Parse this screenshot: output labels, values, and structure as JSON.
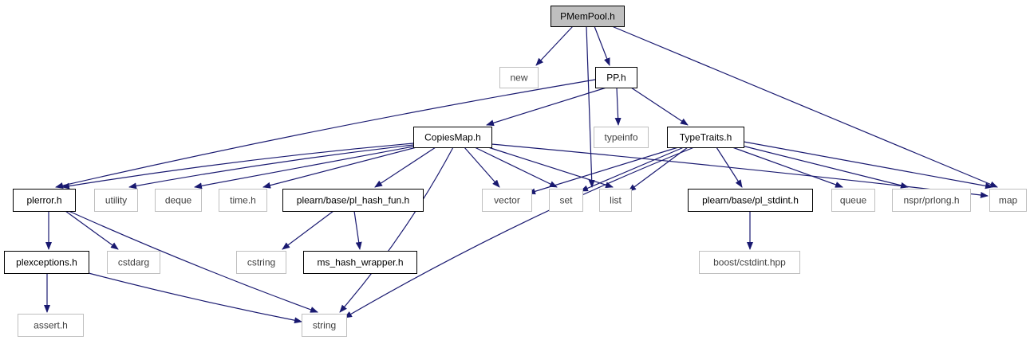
{
  "diagram": {
    "colors": {
      "edge": "#191970",
      "root_fill": "#bfbfbf",
      "node_border": "#000000",
      "external_border": "#bfbfbf",
      "external_text": "#404040",
      "text": "#000000"
    },
    "nodes": [
      {
        "id": "pmempool",
        "label": "PMemPool.h",
        "kind": "root"
      },
      {
        "id": "new",
        "label": "new",
        "kind": "external"
      },
      {
        "id": "pp",
        "label": "PP.h",
        "kind": "local"
      },
      {
        "id": "typeinfo",
        "label": "typeinfo",
        "kind": "external"
      },
      {
        "id": "copiesmap",
        "label": "CopiesMap.h",
        "kind": "local"
      },
      {
        "id": "typetraits",
        "label": "TypeTraits.h",
        "kind": "local"
      },
      {
        "id": "plerror",
        "label": "plerror.h",
        "kind": "local"
      },
      {
        "id": "utility",
        "label": "utility",
        "kind": "external"
      },
      {
        "id": "deque",
        "label": "deque",
        "kind": "external"
      },
      {
        "id": "timeh",
        "label": "time.h",
        "kind": "external"
      },
      {
        "id": "hashfun",
        "label": "plearn/base/pl_hash_fun.h",
        "kind": "local"
      },
      {
        "id": "vector",
        "label": "vector",
        "kind": "external"
      },
      {
        "id": "set",
        "label": "set",
        "kind": "external"
      },
      {
        "id": "list",
        "label": "list",
        "kind": "external"
      },
      {
        "id": "stdint",
        "label": "plearn/base/pl_stdint.h",
        "kind": "local"
      },
      {
        "id": "queue",
        "label": "queue",
        "kind": "external"
      },
      {
        "id": "prlong",
        "label": "nspr/prlong.h",
        "kind": "external"
      },
      {
        "id": "map",
        "label": "map",
        "kind": "external"
      },
      {
        "id": "plexceptions",
        "label": "plexceptions.h",
        "kind": "local"
      },
      {
        "id": "cstdarg",
        "label": "cstdarg",
        "kind": "external"
      },
      {
        "id": "cstring",
        "label": "cstring",
        "kind": "external"
      },
      {
        "id": "mshash",
        "label": "ms_hash_wrapper.h",
        "kind": "local"
      },
      {
        "id": "cstdint",
        "label": "boost/cstdint.hpp",
        "kind": "external"
      },
      {
        "id": "asserth",
        "label": "assert.h",
        "kind": "external"
      },
      {
        "id": "string",
        "label": "string",
        "kind": "external"
      }
    ],
    "edges": [
      {
        "from": "pmempool",
        "to": "new"
      },
      {
        "from": "pmempool",
        "to": "pp"
      },
      {
        "from": "pmempool",
        "to": "list"
      },
      {
        "from": "pmempool",
        "to": "map"
      },
      {
        "from": "pp",
        "to": "plerror"
      },
      {
        "from": "pp",
        "to": "copiesmap"
      },
      {
        "from": "pp",
        "to": "typeinfo"
      },
      {
        "from": "pp",
        "to": "typetraits"
      },
      {
        "from": "copiesmap",
        "to": "plerror"
      },
      {
        "from": "copiesmap",
        "to": "utility"
      },
      {
        "from": "copiesmap",
        "to": "deque"
      },
      {
        "from": "copiesmap",
        "to": "timeh"
      },
      {
        "from": "copiesmap",
        "to": "hashfun"
      },
      {
        "from": "copiesmap",
        "to": "string"
      },
      {
        "from": "copiesmap",
        "to": "vector"
      },
      {
        "from": "copiesmap",
        "to": "set"
      },
      {
        "from": "copiesmap",
        "to": "list"
      },
      {
        "from": "copiesmap",
        "to": "map"
      },
      {
        "from": "typetraits",
        "to": "vector"
      },
      {
        "from": "typetraits",
        "to": "set"
      },
      {
        "from": "typetraits",
        "to": "list"
      },
      {
        "from": "typetraits",
        "to": "string"
      },
      {
        "from": "typetraits",
        "to": "stdint"
      },
      {
        "from": "typetraits",
        "to": "queue"
      },
      {
        "from": "typetraits",
        "to": "prlong"
      },
      {
        "from": "typetraits",
        "to": "map"
      },
      {
        "from": "plerror",
        "to": "plexceptions"
      },
      {
        "from": "plerror",
        "to": "cstdarg"
      },
      {
        "from": "plerror",
        "to": "string"
      },
      {
        "from": "plexceptions",
        "to": "asserth"
      },
      {
        "from": "plexceptions",
        "to": "string"
      },
      {
        "from": "hashfun",
        "to": "cstring"
      },
      {
        "from": "hashfun",
        "to": "mshash"
      },
      {
        "from": "stdint",
        "to": "cstdint"
      }
    ]
  }
}
